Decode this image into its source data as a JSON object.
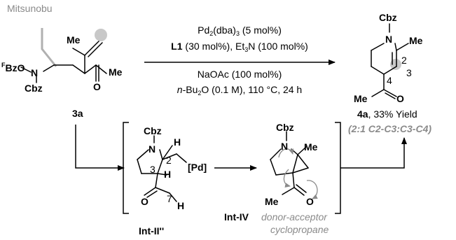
{
  "reactant": {
    "mitsunobu_label": "Mitsunobu",
    "me_label": "Me",
    "fbzo_super": "F",
    "fbzo_main": "BzO",
    "n_label": "N",
    "cbz_label": "Cbz",
    "o_label": "O",
    "me_ketone_label": "Me",
    "compound_id": "3a"
  },
  "conditions": {
    "line1_prefix": "Pd",
    "line1_sub1": "2",
    "line1_mid": "(dba)",
    "line1_sub2": "3",
    "line1_suffix": " (5 mol%)",
    "line2_ligand": "L1",
    "line2_rest": " (30 mol%), Et",
    "line2_sub": "3",
    "line2_end": "N (100 mol%)",
    "line3": "NaOAc (100 mol%)",
    "line4_prefix": "n",
    "line4_mid": "-Bu",
    "line4_sub": "2",
    "line4_suffix": "O (0.1 M), 110 °C, 24 h"
  },
  "product": {
    "cbz_label": "Cbz",
    "n_label": "N",
    "me_label": "Me",
    "num2": "2",
    "num3": "3",
    "num4": "4",
    "me_acyl_label": "Me",
    "o_label": "O",
    "compound_id": "4a",
    "yield_text": ", 33% Yield",
    "ratio_text": "(2:1 C2-C3:C3-C4)"
  },
  "int_ii": {
    "cbz_label": "Cbz",
    "n_label": "N",
    "h_top": "H",
    "num2": "2",
    "pd_label": "[Pd]",
    "num3": "3",
    "h_mid": "H",
    "o_label": "O",
    "num7": "7",
    "h_bottom": "H",
    "name": "Int-II''"
  },
  "int_iv": {
    "cbz_label": "Cbz",
    "n_label": "N",
    "me_label": "Me",
    "me_acyl_label": "Me",
    "o_label": "O",
    "name": "Int-IV",
    "desc_line1": "donor-acceptor",
    "desc_line2": "cyclopropane"
  },
  "colors": {
    "ink": "#000000",
    "highlight": "#8a8a8a",
    "dot": "#c8c8c8"
  }
}
